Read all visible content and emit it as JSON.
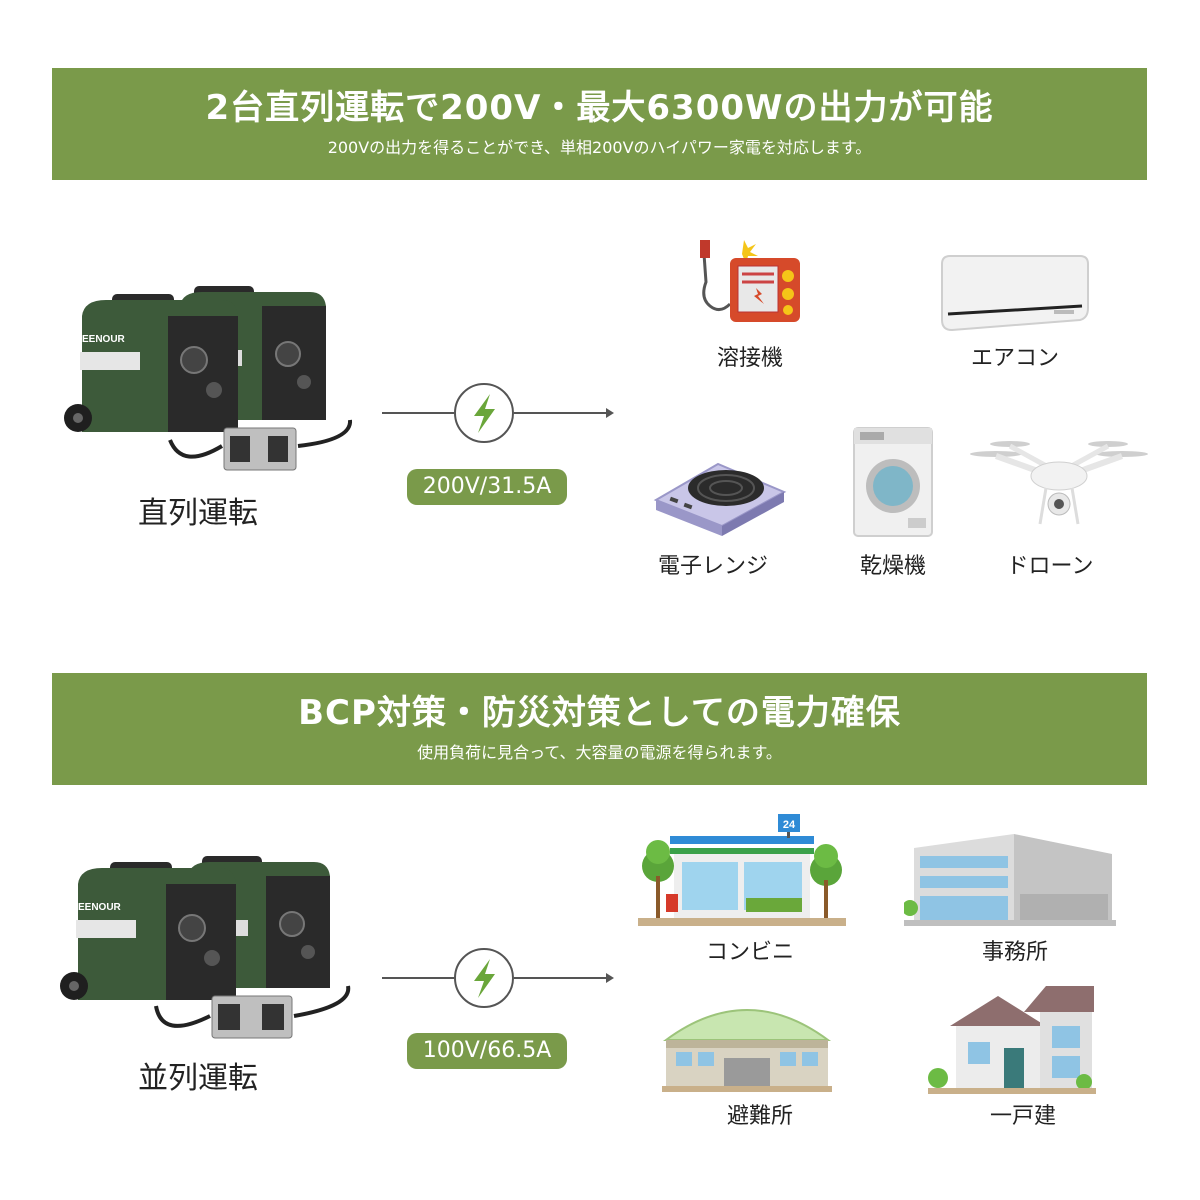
{
  "section1": {
    "title": "2台直列運転で200V・最大6300Wの出力が可能",
    "subtitle": "200Vの出力を得ることができ、単相200Vのハイパワー家電を対応します。",
    "mode_label": "直列運転",
    "rating": "200V/31.5A",
    "generator_brand": "EENOUR",
    "devices": [
      {
        "name": "溶接機",
        "icon": "welder-icon"
      },
      {
        "name": "エアコン",
        "icon": "air-conditioner-icon"
      },
      {
        "name": "電子レンジ",
        "icon": "induction-cooker-icon"
      },
      {
        "name": "乾燥機",
        "icon": "washer-dryer-icon"
      },
      {
        "name": "ドローン",
        "icon": "drone-icon"
      }
    ]
  },
  "section2": {
    "title": "BCP対策・防災対策としての電力確保",
    "subtitle": "使用負荷に見合って、大容量の電源を得られます。",
    "mode_label": "並列運転",
    "rating": "100V/66.5A",
    "generator_brand": "EENOUR",
    "store_sign": "24",
    "devices": [
      {
        "name": "コンビニ",
        "icon": "convenience-store-icon"
      },
      {
        "name": "事務所",
        "icon": "office-building-icon"
      },
      {
        "name": "避難所",
        "icon": "shelter-gym-icon"
      },
      {
        "name": "一戸建",
        "icon": "house-icon"
      }
    ]
  },
  "colors": {
    "banner": "#7a9a4a",
    "generator_body": "#3d5a3a",
    "generator_dark": "#2a2a2a",
    "bolt": "#6aa63a",
    "arrow_line": "#555555"
  }
}
